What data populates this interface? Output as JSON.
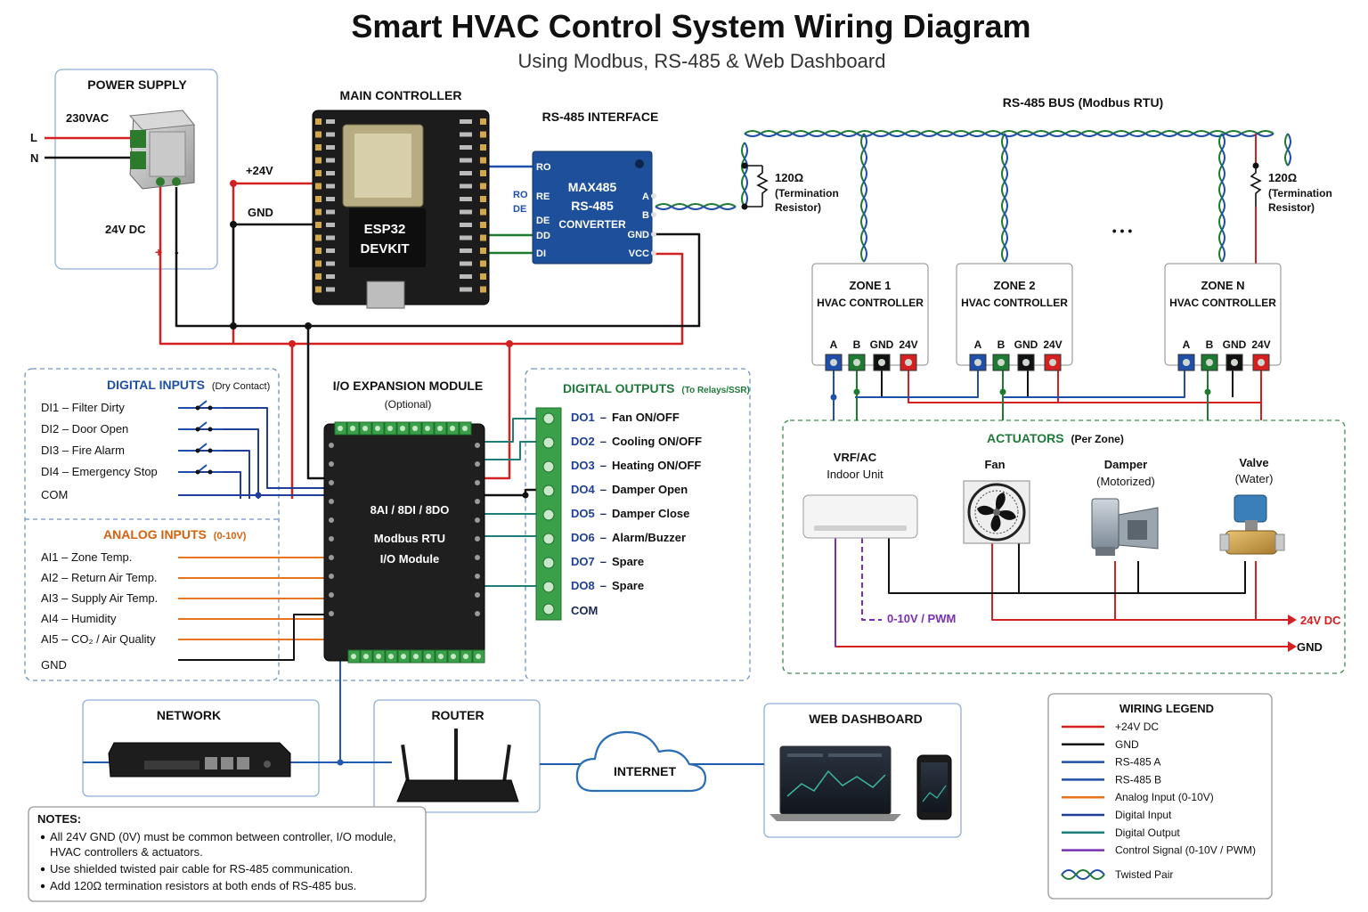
{
  "title": "Smart HVAC Control System Wiring Diagram",
  "subtitle": "Using Modbus, RS-485 & Web Dashboard",
  "colors": {
    "v24": "#d42020",
    "gnd": "#111111",
    "rs485a": "#1f4fa8",
    "rs485b": "#1e7a30",
    "analog": "#e8741c",
    "digital_in": "#1f4fa8",
    "digital_out": "#1d7e78",
    "control": "#7a2fb0"
  },
  "power_supply": {
    "title": "POWER SUPPLY",
    "ac_label": "230VAC",
    "line_l": "L",
    "line_n": "N",
    "dc_label": "24V DC",
    "plus": "+",
    "minus": "-"
  },
  "rail_labels": {
    "v24": "+24V",
    "gnd": "GND"
  },
  "main_controller": {
    "title": "MAIN CONTROLLER",
    "chip_line1": "ESP32",
    "chip_line2": "DEVKIT"
  },
  "rs485_interface": {
    "title": "RS-485 INTERFACE",
    "line1": "MAX485",
    "line2": "RS-485",
    "line3": "CONVERTER",
    "pins_left": [
      "RO",
      "RE",
      "DE",
      "DD",
      "DI"
    ],
    "pins_right": [
      "A",
      "B",
      "GND",
      "VCC"
    ],
    "side_ro": "RO",
    "side_de": "DE"
  },
  "rs485_bus": {
    "title": "RS-485 BUS (Modbus RTU)",
    "resistor_value": "120Ω",
    "resistor_note1": "(Termination",
    "resistor_note2": "Resistor)",
    "ellipsis": "• • •"
  },
  "zones": [
    {
      "name": "ZONE 1",
      "sub": "HVAC CONTROLLER"
    },
    {
      "name": "ZONE 2",
      "sub": "HVAC CONTROLLER"
    },
    {
      "name": "ZONE N",
      "sub": "HVAC CONTROLLER"
    }
  ],
  "zone_terminals": [
    "A",
    "B",
    "GND",
    "24V"
  ],
  "digital_inputs": {
    "title": "DIGITAL INPUTS",
    "title_note": "(Dry Contact)",
    "items": [
      "DI1 – Filter Dirty",
      "DI2 – Door Open",
      "DI3 – Fire Alarm",
      "DI4 – Emergency Stop"
    ],
    "com": "COM"
  },
  "analog_inputs": {
    "title": "ANALOG INPUTS",
    "title_note": "(0-10V)",
    "items": [
      "AI1 – Zone Temp.",
      "AI2 – Return Air Temp.",
      "AI3 – Supply Air Temp.",
      "AI4 – Humidity",
      "AI5 – CO₂ / Air Quality"
    ],
    "gnd": "GND"
  },
  "io_module": {
    "title": "I/O EXPANSION MODULE",
    "optional": "(Optional)",
    "line1": "8AI / 8DI / 8DO",
    "line2": "Modbus RTU",
    "line3": "I/O Module"
  },
  "digital_outputs": {
    "title": "DIGITAL OUTPUTS",
    "title_note": "(To Relays/SSR)",
    "items": [
      {
        "code": "DO1",
        "label": "Fan ON/OFF"
      },
      {
        "code": "DO2",
        "label": "Cooling ON/OFF"
      },
      {
        "code": "DO3",
        "label": "Heating ON/OFF"
      },
      {
        "code": "DO4",
        "label": "Damper Open"
      },
      {
        "code": "DO5",
        "label": "Damper Close"
      },
      {
        "code": "DO6",
        "label": "Alarm/Buzzer"
      },
      {
        "code": "DO7",
        "label": "Spare"
      },
      {
        "code": "DO8",
        "label": "Spare"
      }
    ],
    "dash": "–",
    "com": "COM"
  },
  "actuators": {
    "title": "ACTUATORS",
    "title_note": "(Per Zone)",
    "vrf_line1": "VRF/AC",
    "vrf_line2": "Indoor Unit",
    "fan": "Fan",
    "damper_line1": "Damper",
    "damper_line2": "(Motorized)",
    "valve_line1": "Valve",
    "valve_line2": "(Water)",
    "signal": "0-10V / PWM",
    "v24": "24V DC",
    "gnd": "GND"
  },
  "network": {
    "title": "NETWORK"
  },
  "router": {
    "title": "ROUTER"
  },
  "internet": {
    "label": "INTERNET"
  },
  "web_dashboard": {
    "title": "WEB DASHBOARD"
  },
  "legend": {
    "title": "WIRING LEGEND",
    "items": [
      {
        "label": "+24V DC",
        "color": "#d42020"
      },
      {
        "label": "GND",
        "color": "#111111"
      },
      {
        "label": "RS-485 A",
        "color": "#1f4fa8"
      },
      {
        "label": "RS-485 B",
        "color": "#1f4fa8"
      },
      {
        "label": "Analog Input (0-10V)",
        "color": "#e8741c"
      },
      {
        "label": "Digital Input",
        "color": "#1f3f99"
      },
      {
        "label": "Digital Output",
        "color": "#1d7e78"
      },
      {
        "label": "Control Signal (0-10V / PWM)",
        "color": "#7a2fb0"
      }
    ],
    "twisted": "Twisted Pair"
  },
  "notes": {
    "title": "NOTES:",
    "items": [
      [
        "All 24V GND (0V) must be common between controller, I/O module,",
        "HVAC controllers & actuators."
      ],
      [
        "Use shielded twisted pair cable for RS-485 communication."
      ],
      [
        "Add 120Ω termination resistors at both ends of RS-485 bus."
      ]
    ]
  }
}
